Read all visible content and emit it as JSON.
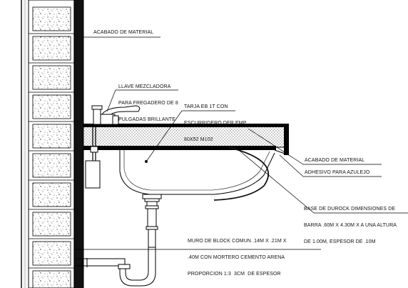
{
  "labels": {
    "acabado_top": "ACABADO DE MATERIAL",
    "llave": [
      "LLAVE MEZCLADORA",
      "PARA FREGADERO DE 8",
      "PULGADAS BRILLANTE"
    ],
    "tarja": [
      "TARJA EB 1T CON",
      "ESCURRIDERO DER EMP",
      "80X52 M102"
    ],
    "acabado_right": "ACABADO DE MATERIAL",
    "adhesivo": "ADHESIVO PARA AZULEJO",
    "base": [
      "BASE DE DUROCK DIMENSIONES DE",
      "BARRA .60M X 4.30M X A UNA ALTURA",
      "DE 1.00M, ESPESOR DE .10M"
    ],
    "muro": [
      "MURO DE BLOCK COMUN .14M X .21M X",
      ".40M CON MORTERO CEMENTO ARENA",
      "PROPORCION 1:3  3CM  DE ESPESOR"
    ]
  }
}
